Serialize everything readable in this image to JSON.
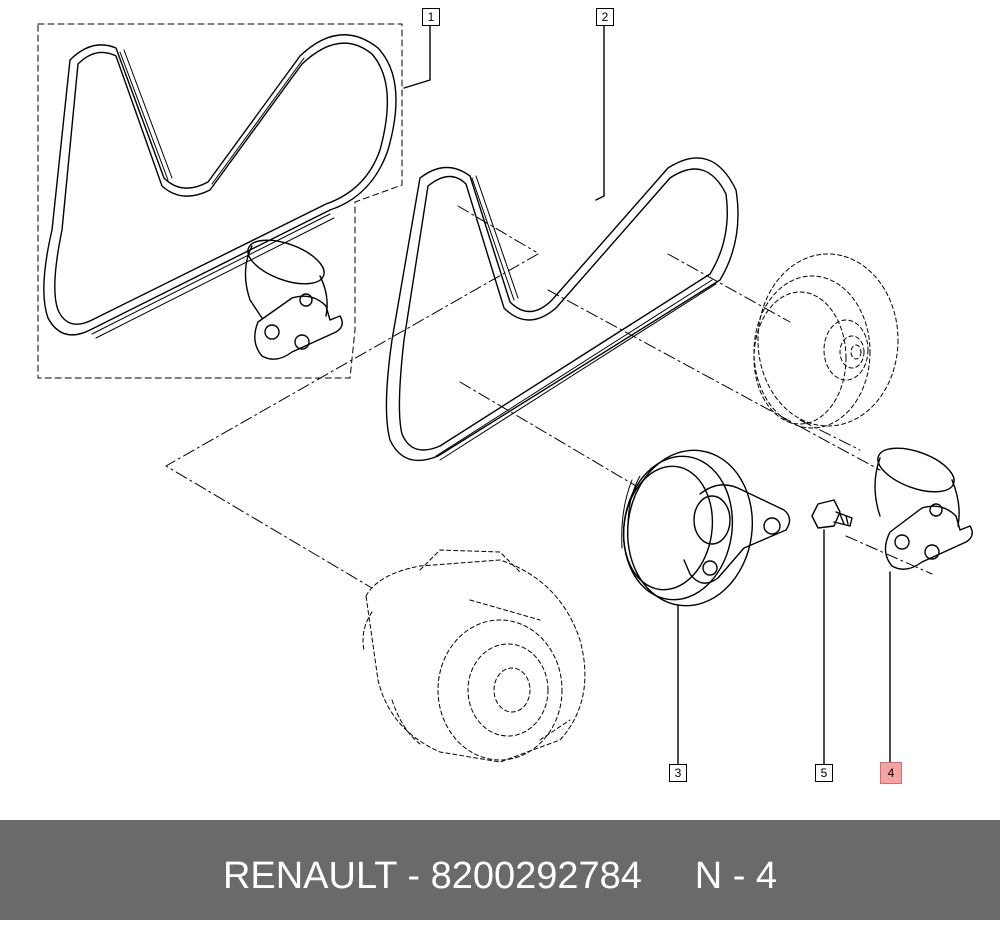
{
  "callouts": [
    {
      "id": "1",
      "label": "1",
      "highlighted": false
    },
    {
      "id": "2",
      "label": "2",
      "highlighted": false
    },
    {
      "id": "3",
      "label": "3",
      "highlighted": false
    },
    {
      "id": "4",
      "label": "4",
      "highlighted": true
    },
    {
      "id": "5",
      "label": "5",
      "highlighted": false
    }
  ],
  "footer": {
    "brand": "RENAULT",
    "part_number": "8200292784",
    "position": "N - 4",
    "caption": "RENAULT - 8200292784     N - 4"
  },
  "colors": {
    "footer_bg": "#6a6a6a",
    "footer_text": "#ffffff",
    "highlight": "#f4a3a3",
    "line": "#000000"
  }
}
